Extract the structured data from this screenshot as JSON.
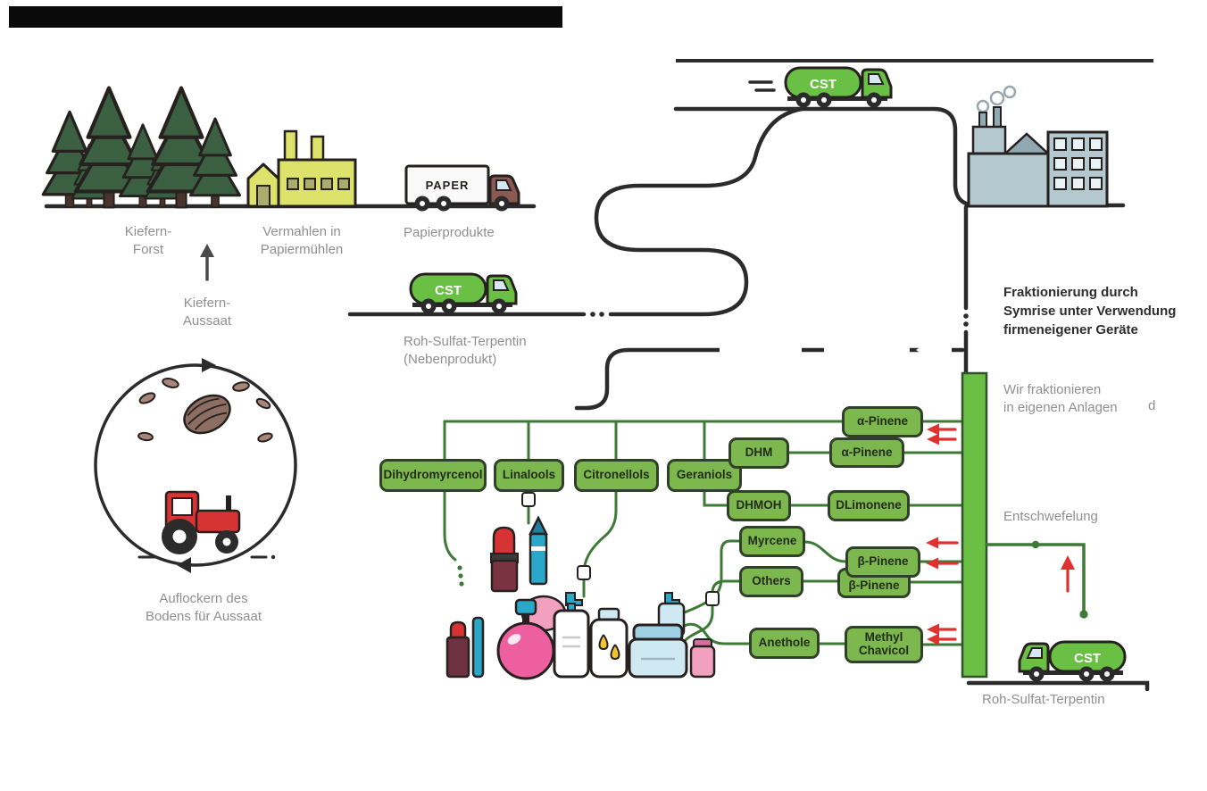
{
  "colors": {
    "accent_green": "#6abf45",
    "box_green": "#7db84e",
    "outline_dark": "#2b2b2b",
    "label_gray": "#8f8f8f",
    "red_arrow": "#e03131",
    "mill_yellow": "#dce26a",
    "plant_blue": "#b4c8d0",
    "pink": "#ee5fa0",
    "teal": "#2aa7c9",
    "jar_blue": "#cfe9f2"
  },
  "labels": {
    "kiefern_forst": [
      "Kiefern-",
      "Forst"
    ],
    "vermahlen": [
      "Vermahlen in",
      "Papiermühlen"
    ],
    "papierprodukte": "Papierprodukte",
    "kiefern_aussaat": [
      "Kiefern-",
      "Aussaat"
    ],
    "roh_sulfat_nebenprodukt": [
      "Roh-Sulfat-Terpentin",
      "(Nebenprodukt)"
    ],
    "auflockern": [
      "Auflockern des",
      "Bodens für Aussaat"
    ],
    "fraktionierung": [
      "Fraktionierung durch",
      "Symrise unter Verwendung",
      "firmeneigener Geräte"
    ],
    "wir_fraktionieren": [
      "Wir fraktionieren",
      "in eigenen Anlagen"
    ],
    "entschwefelung": "Entschwefelung",
    "roh_sulfat_terpentin": "Roh-Sulfat-Terpentin",
    "edge_fragment": "d"
  },
  "trucks": {
    "cst_label": "CST",
    "paper_label": "PAPER"
  },
  "chemicals": [
    {
      "label": "Dihydromyrcenol"
    },
    {
      "label": "Linalools"
    },
    {
      "label": "Citronellols"
    },
    {
      "label": "Geraniols"
    },
    {
      "label": "DHM"
    },
    {
      "label": "α-Pinene"
    },
    {
      "label": "α-Pinene"
    },
    {
      "label": "DHMOH"
    },
    {
      "label": "DLimonene"
    },
    {
      "label": "Myrcene"
    },
    {
      "label": "β-Pinene"
    },
    {
      "label": "β-Pinene"
    },
    {
      "label": "Others"
    },
    {
      "label": "Anethole"
    },
    {
      "label": "Methyl Chavicol"
    }
  ]
}
